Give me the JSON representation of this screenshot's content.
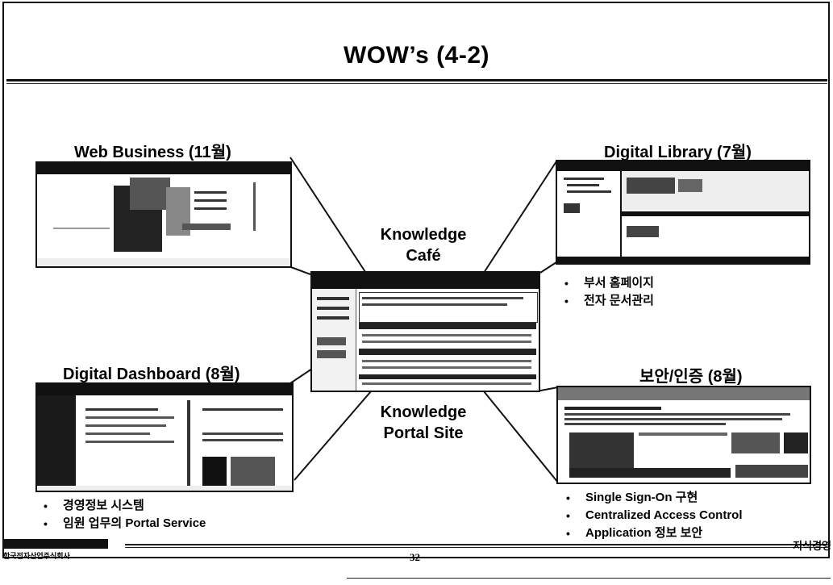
{
  "slide": {
    "title": "WOW’s (4-2)",
    "page_number": "32",
    "footer_right": "지식경영",
    "footer_left_logo": "한국전자산업주식회사"
  },
  "center": {
    "label_top_line1": "Knowledge",
    "label_top_line2": "Café",
    "label_bottom_line1": "Knowledge",
    "label_bottom_line2": "Portal Site"
  },
  "panels": {
    "web_business": {
      "label": "Web Business (11월)"
    },
    "digital_library": {
      "label": "Digital Library (7월)",
      "bullets": [
        "부서 홈페이지",
        "전자 문서관리"
      ]
    },
    "digital_dashboard": {
      "label": "Digital Dashboard (8월)",
      "bullets": [
        "경영정보 시스템",
        "임원 업무의 Portal Service"
      ]
    },
    "security": {
      "label": "보안/인증 (8월)",
      "bullets": [
        "Single Sign-On 구현",
        "Centralized Access Control",
        "Application 정보 보안"
      ]
    }
  }
}
